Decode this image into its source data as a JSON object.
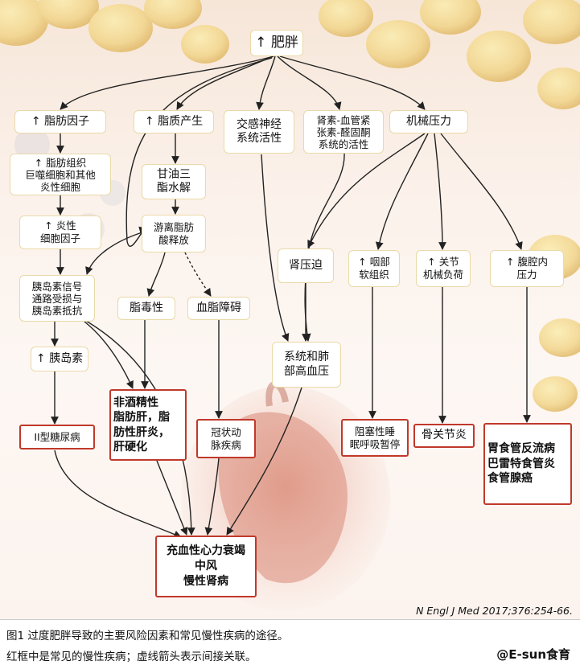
{
  "diagram": {
    "root": "↑ 肥胖",
    "nodes": {
      "adipokines": "↑ 脂肪因子",
      "lipid_production": "↑ 脂质产生",
      "sympathetic": "交感神经\n系统活性",
      "raas": "肾素-血管紧\n张素-醛固酮\n系统的活性",
      "mechanical": "机械压力",
      "adipose_tissue": "↑ 脂肪组织\n巨噬细胞和其他\n炎性细胞",
      "triglyceride": "甘油三\n酯水解",
      "inflammatory": "↑ 炎性\n细胞因子",
      "free_fatty_acid": "游离脂肪\n酸释放",
      "insulin_resistance": "胰岛素信号\n通路受损与\n胰岛素抵抗",
      "lipotoxicity": "脂毒性",
      "dyslipidemia": "血脂障碍",
      "kidney_compression": "肾压迫",
      "soft_tissue": "↑ 咽部\n软组织",
      "joint_load": "↑ 关节\n机械负荷",
      "abdominal_pressure": "↑ 腹腔内\n压力",
      "insulin": "↑ 胰岛素",
      "hypertension": "系统和肺\n部高血压",
      "diabetes": "II型糖尿病",
      "nafld": "非酒精性\n脂肪肝，脂\n肪性肝炎，\n肝硬化",
      "cad": "冠状动\n脉疾病",
      "osa": "阻塞性睡\n眠呼吸暂停",
      "osteoarthritis": "骨关节炎",
      "gerd": "胃食管反流病\n巴雷特食管炎\n食管腺癌",
      "chf": "充血性心力衰竭\n中风\n慢性肾病"
    }
  },
  "citation": "N Engl J Med 2017;376:254-66.",
  "caption": {
    "line1": "图1  过度肥胖导致的主要风险因素和常见慢性疾病的途径。",
    "line2": "红框中是常见的慢性疾病；虚线箭头表示间接关联。",
    "credit": "@E-sun食育"
  },
  "colors": {
    "arrow": "#222222",
    "box_border": "#ead9a8",
    "disease_border": "#c0392b"
  }
}
